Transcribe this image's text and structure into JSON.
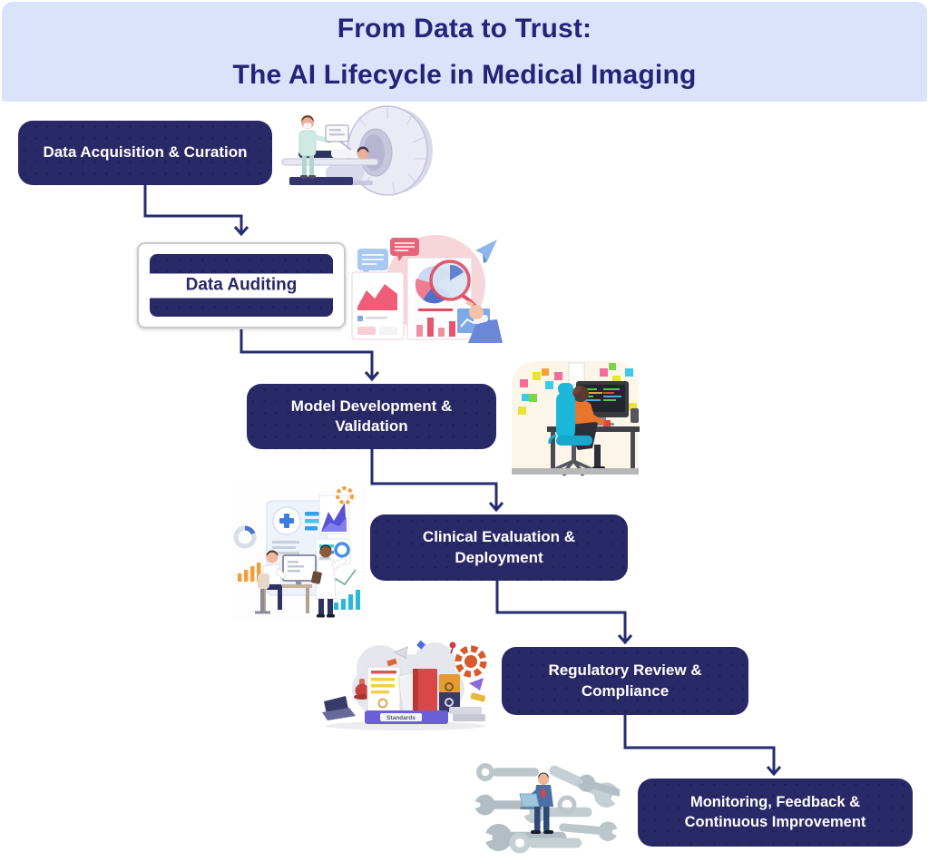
{
  "title": {
    "line1": "From Data to Trust:",
    "line2": "The AI Lifecycle in Medical Imaging"
  },
  "steps": [
    {
      "label": "Data Acquisition & Curation",
      "illustration": "mri-scanner-with-patient-and-technician"
    },
    {
      "label": "Data Auditing",
      "illustration": "analyst-with-magnifier-charts"
    },
    {
      "label": "Model Development & Validation",
      "illustration": "developer-at-workstation"
    },
    {
      "label": "Clinical Evaluation & Deployment",
      "illustration": "clinicians-reviewing-dashboard"
    },
    {
      "label": "Regulatory Review & Compliance",
      "illustration": "standards-binders-and-documents"
    },
    {
      "label": "Monitoring, Feedback & Continuous Improvement",
      "illustration": "wrenches-maintenance-with-laptop-user"
    }
  ],
  "illustration_text": {
    "regulatory_binder_label": "Standards"
  },
  "colors": {
    "banner_background": "#dbe3fb",
    "title_text": "#232379",
    "step_box_background": "#2a2968",
    "step_box_text": "#ffffff",
    "arrow": "#252c6f",
    "audit_frame_border": "#c9c9c9",
    "audit_stripe_text": "#2a2968"
  }
}
